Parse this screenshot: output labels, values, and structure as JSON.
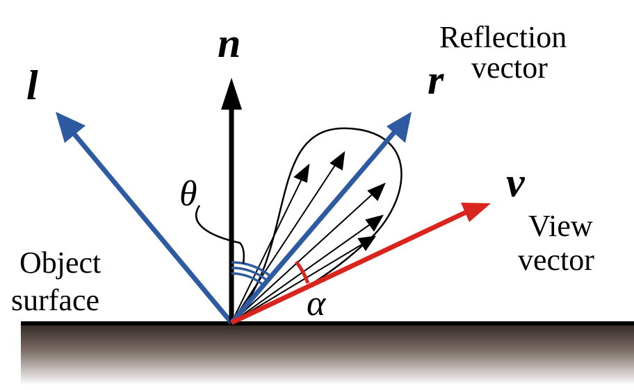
{
  "diagram": {
    "labels": {
      "light_vector": "l",
      "normal_vector": "n",
      "reflection_vector": "r",
      "view_vector": "v",
      "theta": "θ",
      "alpha": "α",
      "reflection_caption_line1": "Reflection",
      "reflection_caption_line2": "vector",
      "view_caption_line1": "View",
      "view_caption_line2": "vector",
      "surface_caption_line1": "Object",
      "surface_caption_line2": "surface"
    },
    "colors": {
      "light_vector": "#2d5aa0",
      "reflection_vector": "#2d5aa0",
      "view_vector": "#d9251d",
      "normal_vector": "#000000",
      "surface_top": "#2f2420",
      "surface_bottom": "#ffffff"
    },
    "icons": {
      "light_arrow": "arrow-up-left-icon",
      "normal_arrow": "arrow-up-icon",
      "reflection_arrow": "arrow-up-right-icon",
      "view_arrow": "arrow-right-icon"
    }
  }
}
